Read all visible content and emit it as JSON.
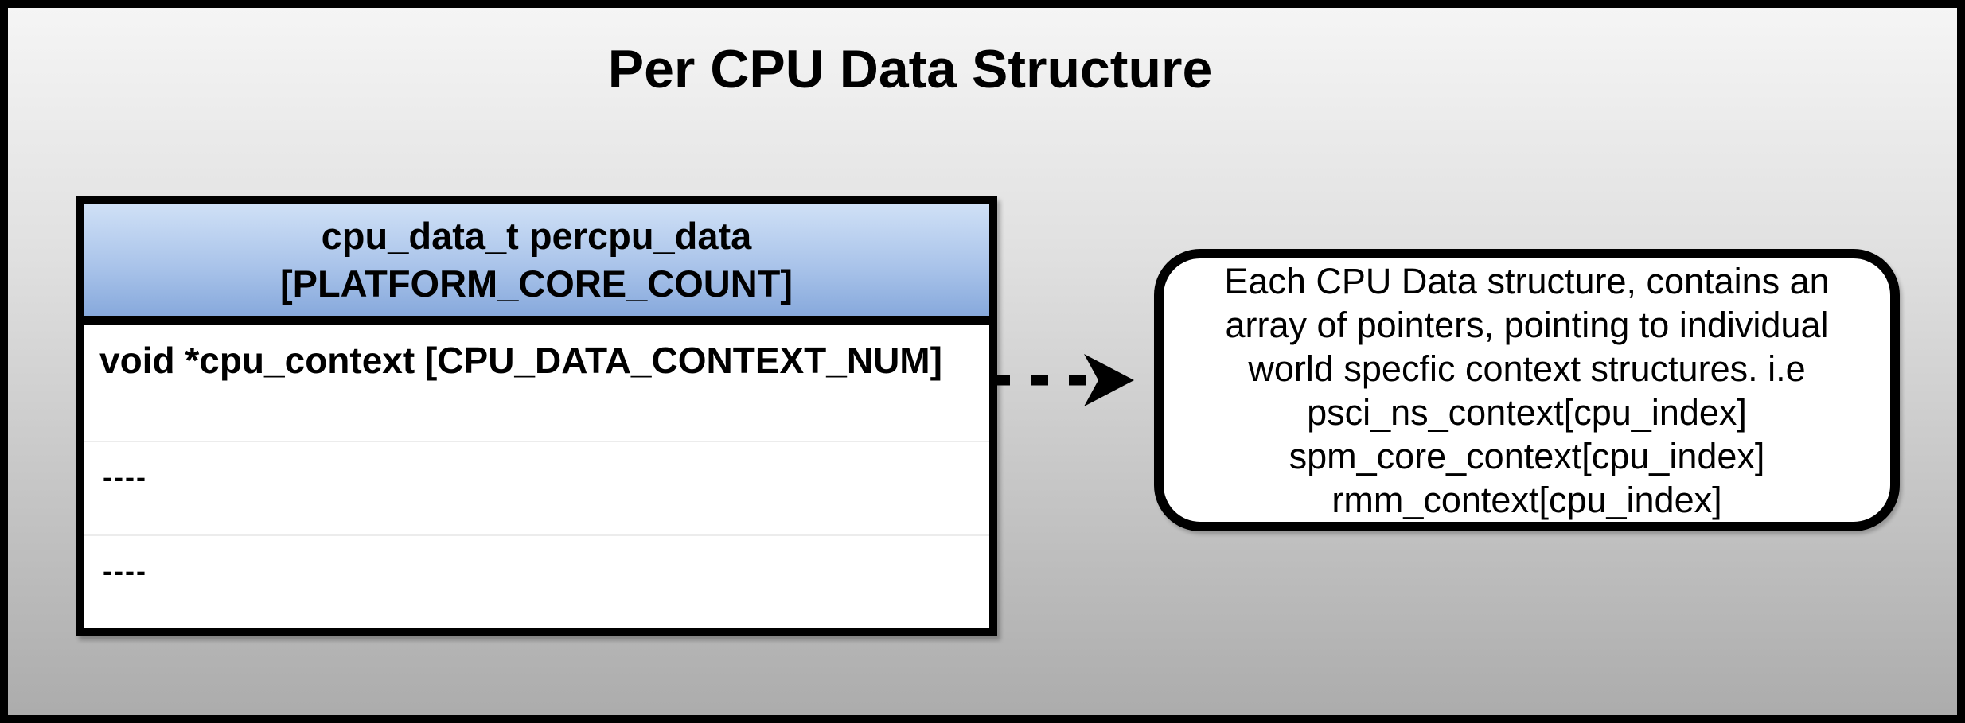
{
  "title": "Per CPU Data Structure",
  "table": {
    "header_line1": "cpu_data_t percpu_data",
    "header_line2": "[PLATFORM_CORE_COUNT]",
    "rows": [
      "void *cpu_context [CPU_DATA_CONTEXT_NUM]",
      "----",
      "----"
    ]
  },
  "connector": {
    "style": "dashed",
    "direction": "right",
    "from": "cpu_context row",
    "to": "callout note"
  },
  "callout": {
    "lines": [
      "Each CPU Data structure, contains an",
      "array of pointers, pointing to individual",
      "world specfic context structures. i.e",
      "psci_ns_context[cpu_index]",
      "spm_core_context[cpu_index]",
      "rmm_context[cpu_index]"
    ]
  },
  "colors": {
    "outer_border": "#000000",
    "background_top": "#f5f5f5",
    "background_bottom": "#acacac",
    "header_gradient_top": "#cfe0f6",
    "header_gradient_bottom": "#87a9dc",
    "table_background": "#ffffff",
    "row_divider": "#ececec",
    "callout_background": "#ffffff",
    "text": "#000000"
  }
}
